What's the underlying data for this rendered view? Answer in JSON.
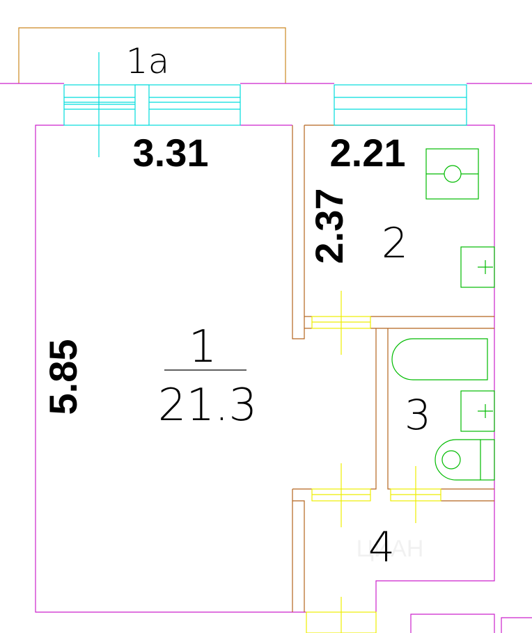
{
  "rooms": {
    "balcony": {
      "number": "1a"
    },
    "living": {
      "number": "1",
      "area": "21.3"
    },
    "kitchen": {
      "number": "2"
    },
    "bathroom": {
      "number": "3"
    },
    "hall": {
      "number": "4"
    }
  },
  "dimensions": {
    "living_width": "3.31",
    "living_length": "5.85",
    "kitchen_width": "2.21",
    "kitchen_length": "2.37"
  },
  "watermark": "ЦИАН",
  "colors": {
    "outer_wall": "#cc22cc",
    "inner_wall": "#b5651d",
    "window": "#00dddd",
    "door": "#eeee00",
    "fixture": "#00bb00",
    "balcony": "#cc8822",
    "text": "#000000"
  }
}
